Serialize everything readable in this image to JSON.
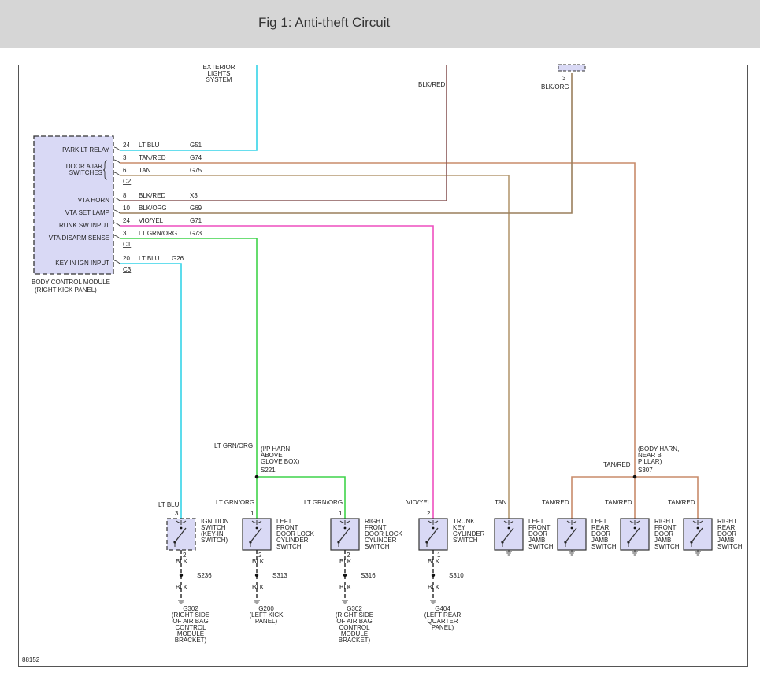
{
  "header": {
    "title": "Fig 1: Anti-theft Circuit"
  },
  "figure_id": "88152",
  "colors": {
    "lt_blu": "#35d3e8",
    "tan_red": "#c88b6a",
    "tan": "#b59a73",
    "blk_red": "#8a5858",
    "blk_org": "#9a7f5c",
    "vio_yel": "#ee4fbf",
    "lt_grn_org": "#3fd44a",
    "component_fill": "#d9d9f5"
  },
  "top": {
    "exterior_lights": [
      "EXTERIOR",
      "LIGHTS",
      "SYSTEM"
    ],
    "blk_red": "BLK/RED",
    "vta_pin": "3",
    "blk_org": "BLK/ORG"
  },
  "bcm": {
    "name": "BODY CONTROL MODULE",
    "location": "(RIGHT KICK PANEL)",
    "pins": [
      {
        "label": "PARK LT RELAY",
        "pin": "24",
        "color": "LT BLU",
        "circuit": "G51"
      },
      {
        "pin": "3",
        "color": "TAN/RED",
        "circuit": "G74"
      },
      {
        "pin": "6",
        "color": "TAN",
        "circuit": "G75"
      },
      {
        "label": "VTA HORN",
        "pin": "8",
        "color": "BLK/RED",
        "circuit": "X3"
      },
      {
        "label": "VTA SET LAMP",
        "pin": "10",
        "color": "BLK/ORG",
        "circuit": "G69"
      },
      {
        "label": "TRUNK SW INPUT",
        "pin": "24",
        "color": "VIO/YEL",
        "circuit": "G71"
      },
      {
        "label": "VTA DISARM SENSE",
        "pin": "3",
        "color": "LT GRN/ORG",
        "circuit": "G73"
      },
      {
        "label": "KEY IN IGN INPUT",
        "pin": "20",
        "color": "LT BLU",
        "circuit": "G26"
      }
    ],
    "door_ajar": [
      "DOOR AJAR",
      "SWITCHES"
    ],
    "connectors": [
      "C2",
      "C1",
      "C3"
    ]
  },
  "splices": {
    "s221": {
      "id": "S221",
      "wire": "LT GRN/ORG",
      "location": [
        "(I/P HARN,",
        "ABOVE",
        "GLOVE BOX)"
      ]
    },
    "s307": {
      "id": "S307",
      "wire": "TAN/RED",
      "location": [
        "(BODY HARN,",
        "NEAR B",
        "PILLAR)"
      ]
    }
  },
  "switches": [
    {
      "wire": "LT BLU",
      "pin": "3",
      "name": [
        "IGNITION",
        "SWITCH",
        "(KEY-IN",
        "SWITCH)"
      ],
      "gnd_pin": "2",
      "blk": "BLK",
      "splice": "S236",
      "blk2": "BLK",
      "ground": [
        "G302",
        "(RIGHT SIDE",
        "OF AIR BAG",
        "CONTROL",
        "MODULE",
        "BRACKET)"
      ]
    },
    {
      "wire": "LT GRN/ORG",
      "pin": "1",
      "name": [
        "LEFT",
        "FRONT",
        "DOOR LOCK",
        "CYLINDER",
        "SWITCH"
      ],
      "gnd_pin": "2",
      "blk": "BLK",
      "splice": "S313",
      "blk2": "BLK",
      "ground": [
        "G200",
        "(LEFT KICK",
        "PANEL)"
      ]
    },
    {
      "wire": "LT GRN/ORG",
      "pin": "1",
      "name": [
        "RIGHT",
        "FRONT",
        "DOOR LOCK",
        "CYLINDER",
        "SWITCH"
      ],
      "gnd_pin": "2",
      "blk": "BLK",
      "splice": "S316",
      "blk2": "BLK",
      "ground": [
        "G302",
        "(RIGHT SIDE",
        "OF AIR BAG",
        "CONTROL",
        "MODULE",
        "BRACKET)"
      ]
    },
    {
      "wire": "VIO/YEL",
      "pin": "2",
      "name": [
        "TRUNK",
        "KEY",
        "CYLINDER",
        "SWITCH"
      ],
      "gnd_pin": "1",
      "blk": "BLK",
      "splice": "S310",
      "blk2": "BLK",
      "ground": [
        "G404",
        "(LEFT REAR",
        "QUARTER",
        "PANEL)"
      ]
    },
    {
      "wire": "TAN",
      "name": [
        "LEFT",
        "FRONT",
        "DOOR",
        "JAMB",
        "SWITCH"
      ]
    },
    {
      "wire": "TAN/RED",
      "name": [
        "LEFT",
        "REAR",
        "DOOR",
        "JAMB",
        "SWITCH"
      ]
    },
    {
      "wire": "TAN/RED",
      "name": [
        "RIGHT",
        "FRONT",
        "DOOR",
        "JAMB",
        "SWITCH"
      ]
    },
    {
      "wire": "TAN/RED",
      "name": [
        "RIGHT",
        "REAR",
        "DOOR",
        "JAMB",
        "SWITCH"
      ]
    }
  ]
}
